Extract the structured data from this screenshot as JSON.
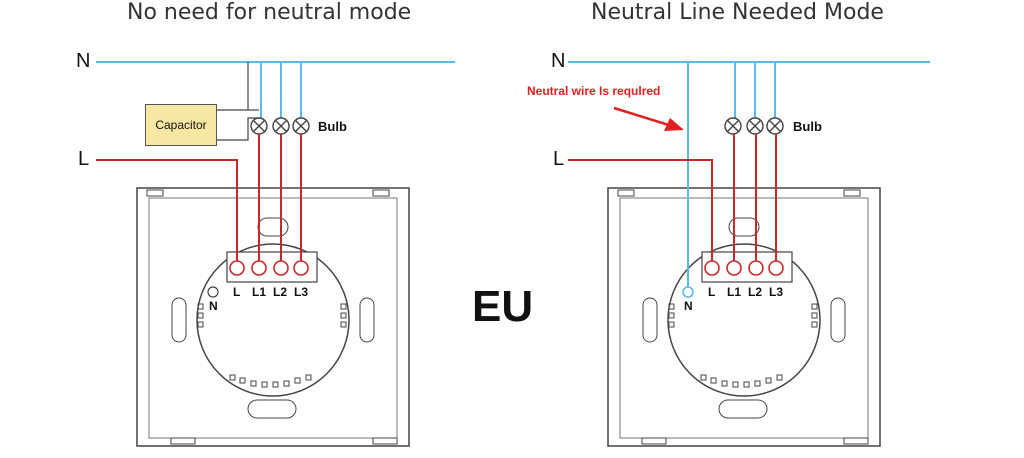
{
  "panels": [
    {
      "title": "No need for neutral mode",
      "neutral_label": "N",
      "live_label": "L",
      "capacitor_label": "Capacitor",
      "bulb_label": "Bulb",
      "terminal_labels": [
        "L",
        "L1",
        "L2",
        "L3"
      ],
      "neutral_terminal_label": "N"
    },
    {
      "title": "Neutral Line Needed Mode",
      "neutral_label": "N",
      "live_label": "L",
      "bulb_label": "Bulb",
      "terminal_labels": [
        "L",
        "L1",
        "L2",
        "L3"
      ],
      "neutral_terminal_label": "N",
      "note": "Neutral wire Is requlred"
    }
  ],
  "center_label": "EU",
  "colors": {
    "neutral_wire": "#5bb8e8",
    "live_wire": "#c8282a",
    "note_text": "#e02020",
    "capacitor_fill": "#f6e7a2",
    "outline": "#444444"
  }
}
